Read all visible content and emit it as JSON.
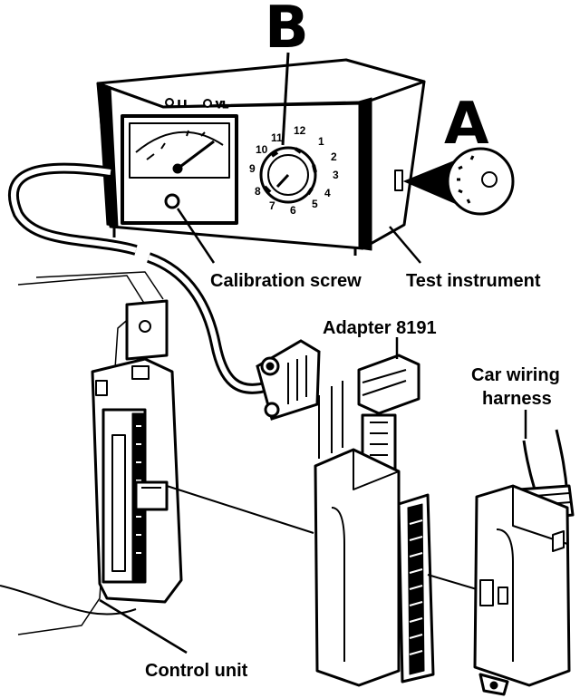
{
  "callouts": {
    "a": "A",
    "b": "B"
  },
  "labels": {
    "calibration_screw": "Calibration screw",
    "test_instrument": "Test instrument",
    "adapter": "Adapter 8191",
    "car_wiring_line1": "Car wiring",
    "car_wiring_line2": "harness",
    "control_unit": "Control unit"
  },
  "instrument": {
    "indicator_left": "LL",
    "indicator_right": "VL",
    "dial_numbers": [
      "12",
      "1",
      "2",
      "3",
      "4",
      "5",
      "6",
      "7",
      "8",
      "9",
      "10",
      "11"
    ]
  },
  "colors": {
    "ink": "#000000",
    "paper": "#ffffff"
  }
}
